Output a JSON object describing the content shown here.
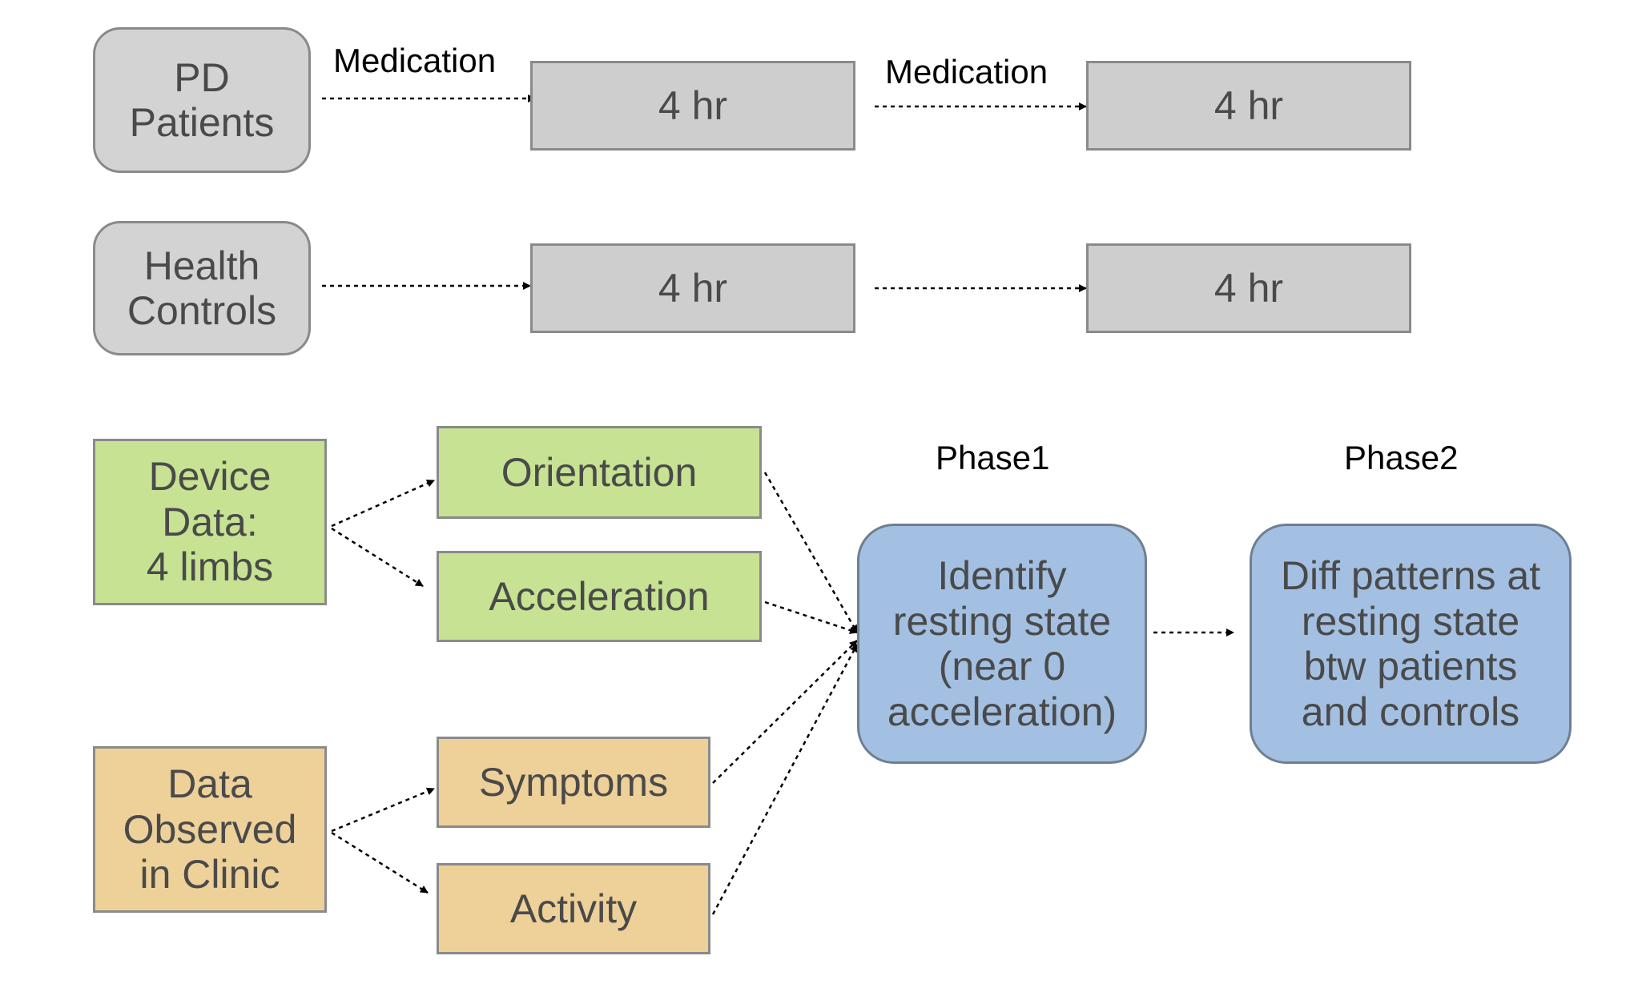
{
  "groups": {
    "pd_patients": "PD\nPatients",
    "health_controls": "Health\nControls"
  },
  "timeline": {
    "medication_1": "Medication",
    "medication_2": "Medication",
    "pd_block_1": "4 hr",
    "pd_block_2": "4 hr",
    "hc_block_1": "4 hr",
    "hc_block_2": "4 hr"
  },
  "sources": {
    "device_data": "Device\nData:\n4 limbs",
    "clinic_data": "Data\nObserved\nin Clinic"
  },
  "features": {
    "orientation": "Orientation",
    "acceleration": "Acceleration",
    "symptoms": "Symptoms",
    "activity": "Activity"
  },
  "phases": {
    "phase1_label": "Phase1",
    "phase1_box": "Identify\nresting state\n(near 0\nacceleration)",
    "phase2_label": "Phase2",
    "phase2_box": "Diff patterns at\nresting state\nbtw patients\nand controls"
  },
  "colors": {
    "gray": "#cecece",
    "green": "#c6e292",
    "orange": "#eed199",
    "blue": "#a3c0e2"
  }
}
